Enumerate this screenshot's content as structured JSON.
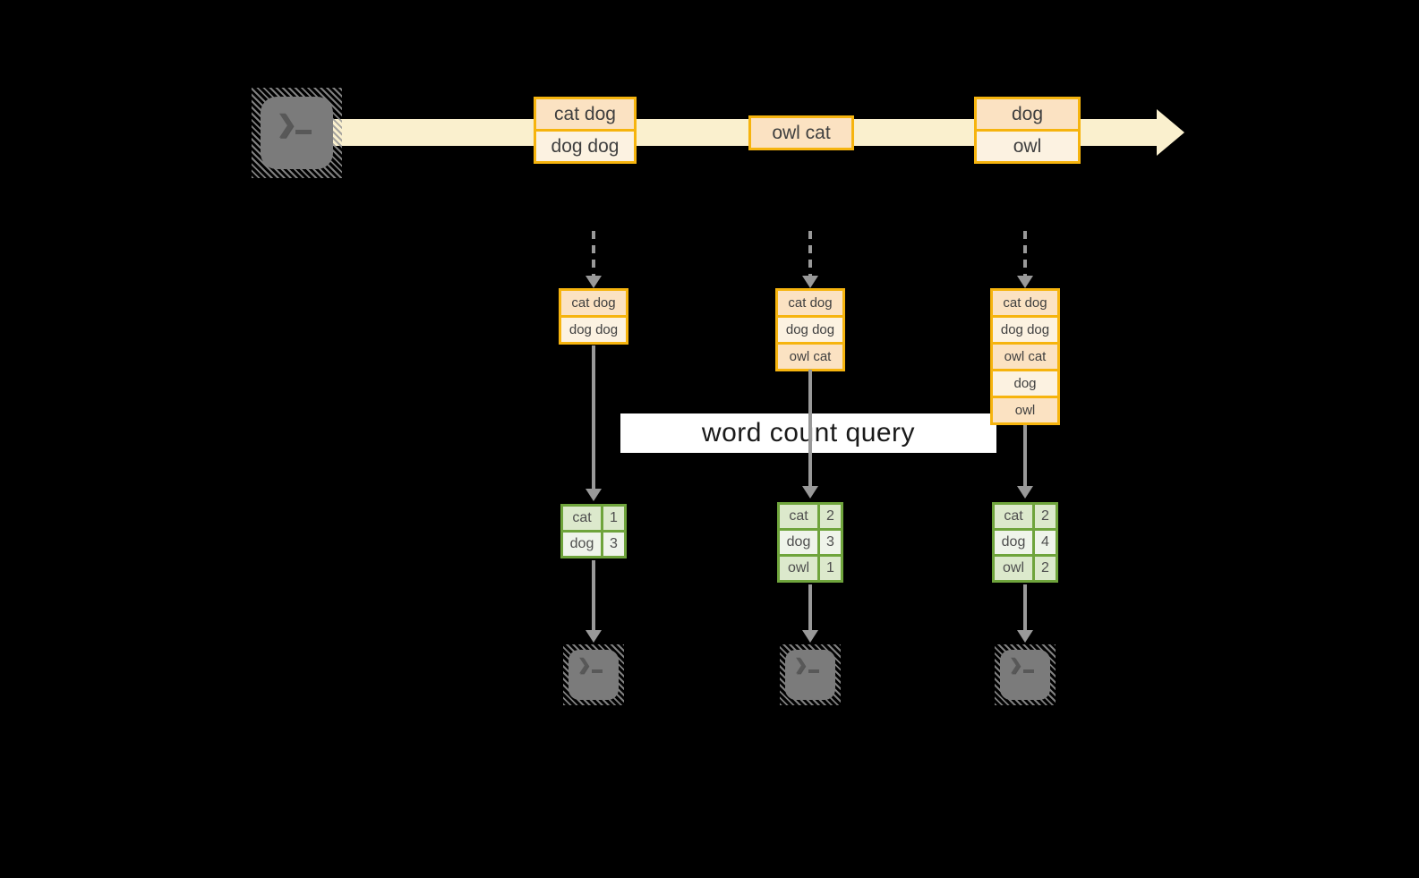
{
  "colors": {
    "background": "#000000",
    "stream_band": "#FAF0CE",
    "event_box_border": "#F6B40E",
    "event_fill_peach": "#FBE2C2",
    "event_fill_cream": "#FCF2E1",
    "table_border_green": "#6FA43C",
    "table_fill_green": "#DCE9CC",
    "table_fill_light": "#EFF4EA",
    "arrow_gray": "#999999",
    "query_label_bg": "#FFFFFF"
  },
  "stream": {
    "events": [
      {
        "rows": [
          "cat dog",
          "dog dog"
        ]
      },
      {
        "rows": [
          "owl cat"
        ]
      },
      {
        "rows": [
          "dog",
          "owl"
        ]
      }
    ]
  },
  "query_label": "word count query",
  "columns": [
    {
      "buffer": [
        "cat dog",
        "dog dog"
      ],
      "counts": [
        [
          "cat",
          "1"
        ],
        [
          "dog",
          "3"
        ]
      ]
    },
    {
      "buffer": [
        "cat dog",
        "dog dog",
        "owl cat"
      ],
      "counts": [
        [
          "cat",
          "2"
        ],
        [
          "dog",
          "3"
        ],
        [
          "owl",
          "1"
        ]
      ]
    },
    {
      "buffer": [
        "cat dog",
        "dog dog",
        "owl cat",
        "dog",
        "owl"
      ],
      "counts": [
        [
          "cat",
          "2"
        ],
        [
          "dog",
          "4"
        ],
        [
          "owl",
          "2"
        ]
      ]
    }
  ],
  "terminal_prompt": "❯"
}
